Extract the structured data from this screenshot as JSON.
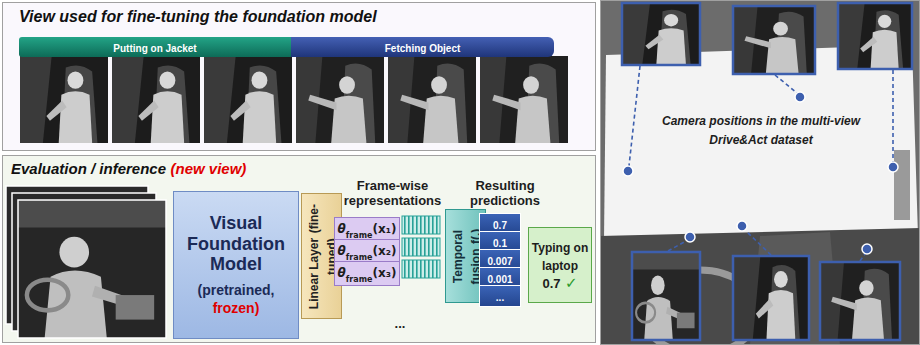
{
  "diagram": {
    "nodes": [
      {
        "text": [
          "View used for fine-tuning the foundation model"
        ]
      },
      {
        "text": [
          "Putting on Jacket"
        ],
        "in": 0
      },
      {
        "text": [
          "Fetching Object"
        ],
        "in": 0
      },
      {
        "text": [
          "Evaluation / inference",
          "(new view)"
        ]
      },
      {
        "text": [
          "Visual Foundation Model",
          "(pretrained,",
          "frozen)"
        ],
        "in": 3
      },
      {
        "text": [
          "Linear Layer",
          "(fine-tuned)"
        ],
        "in": 3
      },
      {
        "text": [
          "θ",
          "frame",
          "(x₁)"
        ],
        "in": 3
      },
      {
        "text": [
          "θ",
          "frame",
          "(x₂)"
        ],
        "in": 3
      },
      {
        "text": [
          "θ",
          "frame",
          "(x₃)"
        ],
        "in": 3
      },
      {
        "text": [
          "Temporal fusion",
          "f(.)"
        ],
        "in": 3
      },
      {
        "text": [
          "0.7"
        ],
        "in": 3
      },
      {
        "text": [
          "0.1"
        ],
        "in": 3
      },
      {
        "text": [
          "0.007"
        ],
        "in": 3
      },
      {
        "text": [
          "0.001"
        ],
        "in": 3
      },
      {
        "text": [
          "..."
        ],
        "in": 3
      },
      {
        "text": [
          "Typing on laptop",
          "0.7",
          "✓"
        ],
        "in": 3
      },
      {
        "text": [
          "Camera positions in the multi-view Drive&Act dataset"
        ]
      }
    ],
    "labels": [
      "Frame-wise representations",
      "Resulting predictions",
      "..."
    ]
  }
}
